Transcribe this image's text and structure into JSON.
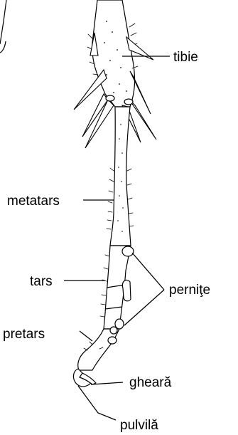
{
  "labels": {
    "tibie": "tibie",
    "metatars": "metatars",
    "tars": "tars",
    "pernite": "perniţe",
    "pretars": "pretars",
    "gheara": "gheară",
    "pulvila": "pulvilă"
  }
}
